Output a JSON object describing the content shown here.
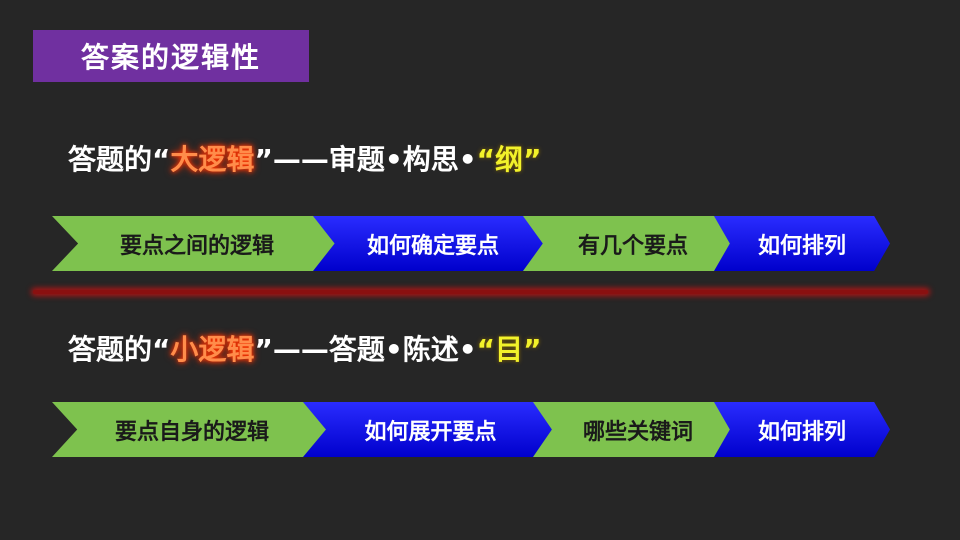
{
  "title": "答案的逻辑性",
  "section1": {
    "prefix": "答题的",
    "open_quote": "“",
    "highlight": "大逻辑",
    "close_quote": "”",
    "middle": "——审题•构思•",
    "q2_open": "“",
    "highlight2": "纲",
    "q2_close": "”",
    "steps": [
      "要点之间的逻辑",
      "如何确定要点",
      "有几个要点",
      "如何排列"
    ]
  },
  "section2": {
    "prefix": "答题的",
    "open_quote": "“",
    "highlight": "小逻辑",
    "close_quote": "”",
    "middle": "——答题•陈述•",
    "q2_open": "“",
    "highlight2": "目",
    "q2_close": "”",
    "steps": [
      "要点自身的逻辑",
      "如何展开要点",
      "哪些关键词",
      "如何排列"
    ]
  },
  "colors": {
    "title_bg": "#7030a0",
    "green": "#7ec24e",
    "blue": "#0000ee",
    "orange_highlight": "#ff8c4a",
    "yellow_highlight": "#f2f22a",
    "divider": "#8a1010"
  }
}
